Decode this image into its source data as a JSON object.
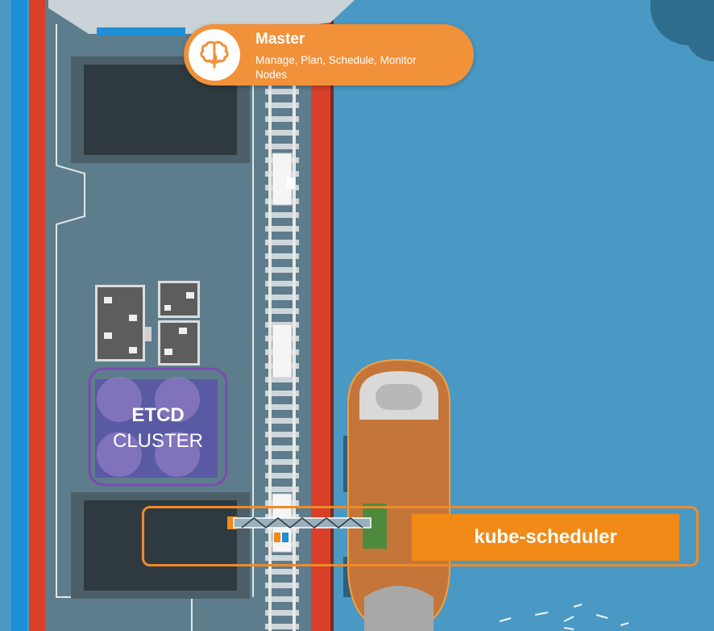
{
  "master": {
    "title": "Master",
    "subtitle": "Manage, Plan, Schedule, Monitor Nodes",
    "icon": "brain-icon"
  },
  "etcd": {
    "title": "ETCD",
    "subtitle": "CLUSTER"
  },
  "scheduler": {
    "label": "kube-scheduler"
  },
  "colors": {
    "sea": "#4a99c4",
    "dock": "#5e7d8c",
    "rail_red": "#d94a2c",
    "orange": "#f28a18",
    "etcd_purple": "#7a4bb0"
  }
}
